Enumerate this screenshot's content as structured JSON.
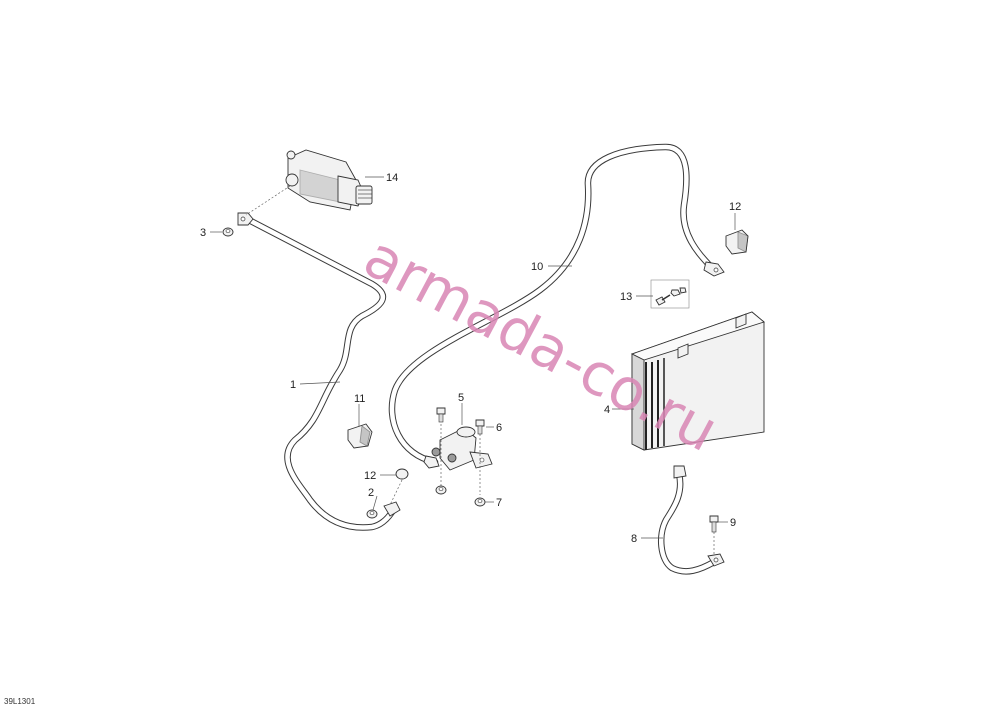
{
  "watermark": "armada-co.ru",
  "figure_ref": "39L1301",
  "callouts": {
    "c1": "1",
    "c2": "2",
    "c3": "3",
    "c4": "4",
    "c5": "5",
    "c6": "6",
    "c7": "7",
    "c8": "8",
    "c9": "9",
    "c10": "10",
    "c11": "11",
    "c12a": "12",
    "c12b": "12",
    "c13": "13",
    "c14": "14"
  }
}
